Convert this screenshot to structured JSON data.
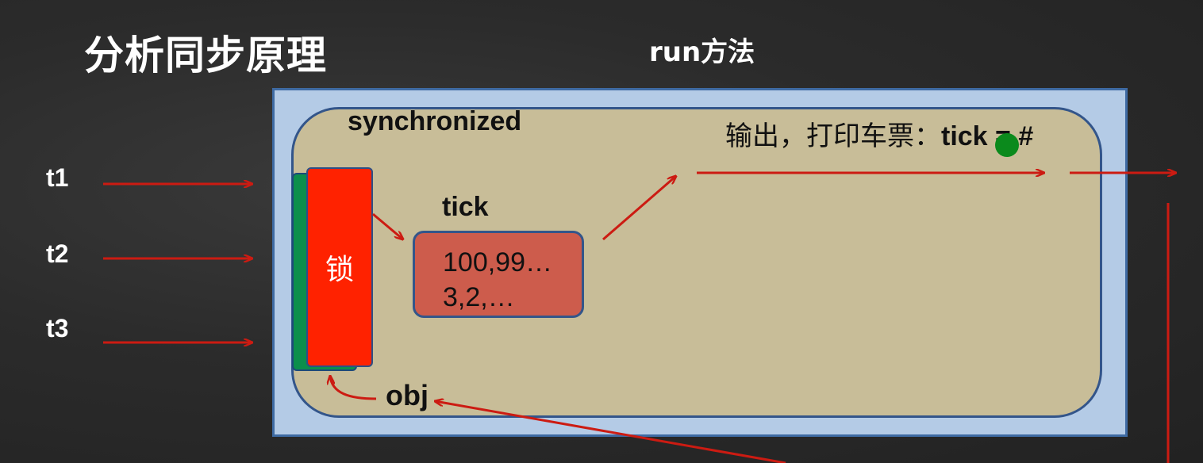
{
  "title": "分析同步原理",
  "run_label": "run方法",
  "threads": [
    "t1",
    "t2",
    "t3"
  ],
  "sync_label": "synchronized",
  "output": {
    "prefix": "输出，打印车票：",
    "suffix": "tick = #"
  },
  "lock_label": "锁",
  "tick_label": "tick",
  "tick_values": [
    "100,99…",
    "3,2,…"
  ],
  "obj_label": "obj",
  "colors": {
    "background": "#2b2b2b",
    "outer_box": "#b4cbe6",
    "inner_box": "#c8bd98",
    "lock": "#ff2200",
    "lock_shadow": "#0c8f4c",
    "tick_box": "#cd5c4c",
    "arrow": "#cc1b12",
    "dot": "#0b8a1c"
  }
}
